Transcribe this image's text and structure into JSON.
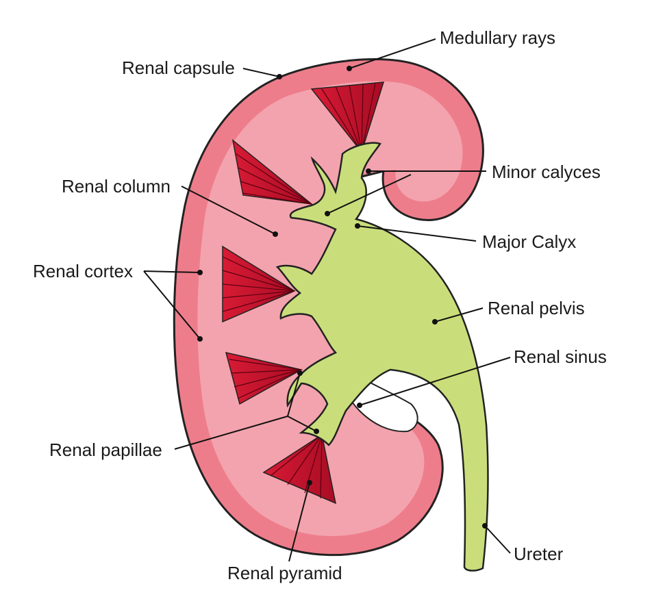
{
  "labels": {
    "medullary_rays": "Medullary rays",
    "renal_capsule": "Renal capsule",
    "minor_calyces": "Minor calyces",
    "renal_column": "Renal column",
    "major_calyx": "Major Calyx",
    "renal_cortex": "Renal cortex",
    "renal_pelvis": "Renal pelvis",
    "renal_sinus": "Renal sinus",
    "renal_papillae": "Renal papillae",
    "ureter": "Ureter",
    "renal_pyramid": "Renal pyramid"
  },
  "colors": {
    "cortex": "#e86070",
    "cortex_light": "#f4a6ae",
    "pyramid": "#c8102e",
    "pelvis": "#c9de7a",
    "outline": "#222222"
  }
}
